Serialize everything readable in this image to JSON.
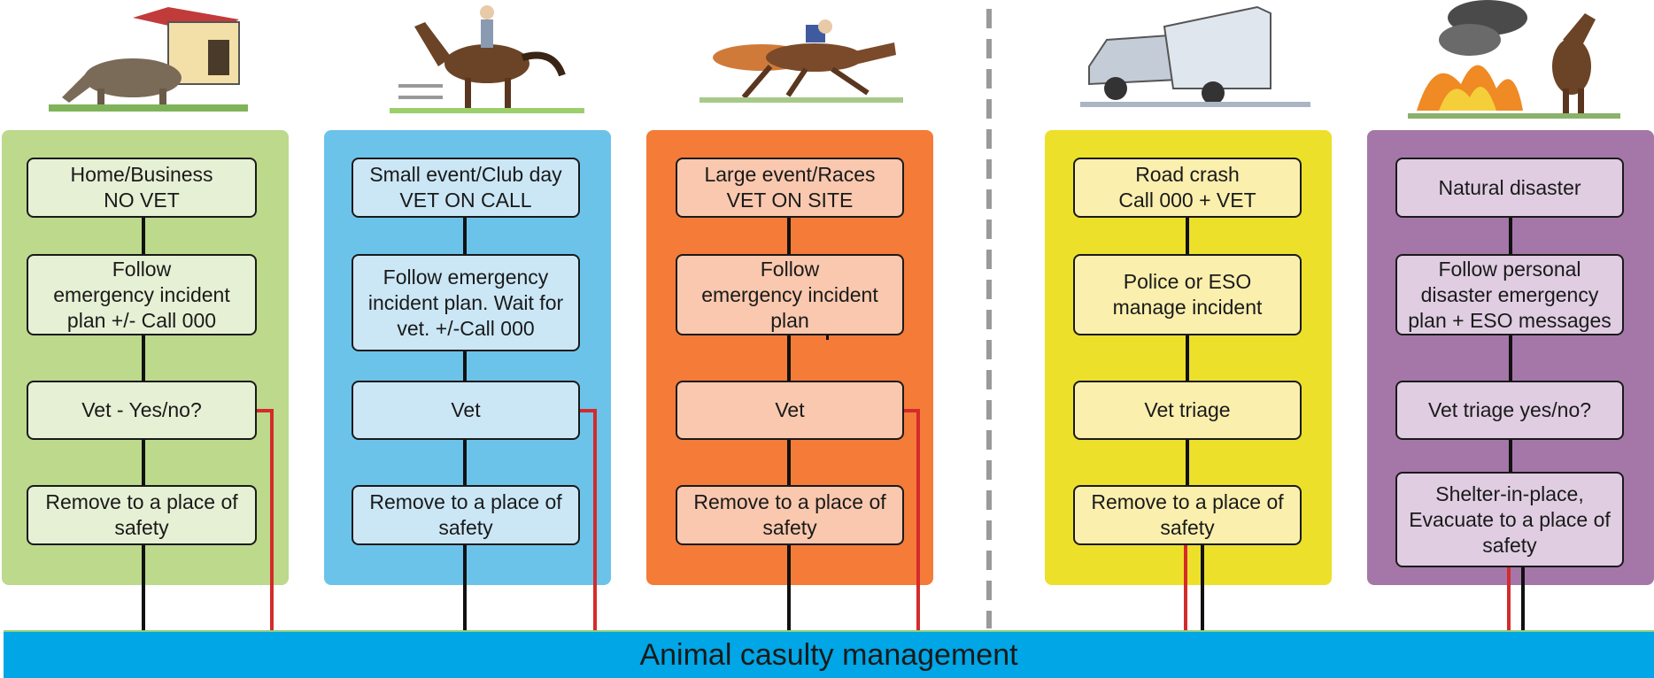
{
  "colors": {
    "green_panel": "#bcd98c",
    "green_box": "#e6f0d4",
    "blue_panel": "#6cc3ea",
    "blue_box": "#cbe7f6",
    "orange_panel": "#f47b38",
    "orange_box": "#f9c8ae",
    "yellow_panel": "#ece02b",
    "yellow_box": "#fbefae",
    "purple_panel": "#a577a8",
    "purple_box": "#e0cde2",
    "bar": "#00a6e6",
    "red_line": "#d42b2b"
  },
  "columns": [
    {
      "illustration": "horse-grazing-by-shed-icon",
      "steps": [
        "Home/Business\nNO VET",
        "Follow\nemergency incident\nplan +/- Call 000",
        "Vet - Yes/no?",
        "Remove to a place of\nsafety"
      ]
    },
    {
      "illustration": "horse-and-rider-icon",
      "steps": [
        "Small event/Club day\nVET ON CALL",
        "Follow emergency\nincident plan. Wait for\nvet. +/-Call 000",
        "Vet",
        "Remove to a place of\nsafety"
      ]
    },
    {
      "illustration": "racehorses-icon",
      "steps": [
        "Large event/Races\nVET ON SITE",
        "Follow\nemergency incident\nplan",
        "Vet",
        "Remove to a place of\nsafety"
      ]
    },
    {
      "illustration": "car-with-horse-float-icon",
      "steps": [
        "Road crash\nCall 000 + VET",
        "Police or ESO\nmanage incident",
        "Vet triage",
        "Remove to a place of\nsafety"
      ]
    },
    {
      "illustration": "horse-near-bushfire-icon",
      "steps": [
        "Natural disaster",
        "Follow personal\ndisaster emergency\nplan + ESO messages",
        "Vet triage yes/no?",
        "Shelter-in-place,\nEvacuate to a place of\nsafety"
      ]
    }
  ],
  "footer": {
    "label": "Animal casulty management"
  }
}
